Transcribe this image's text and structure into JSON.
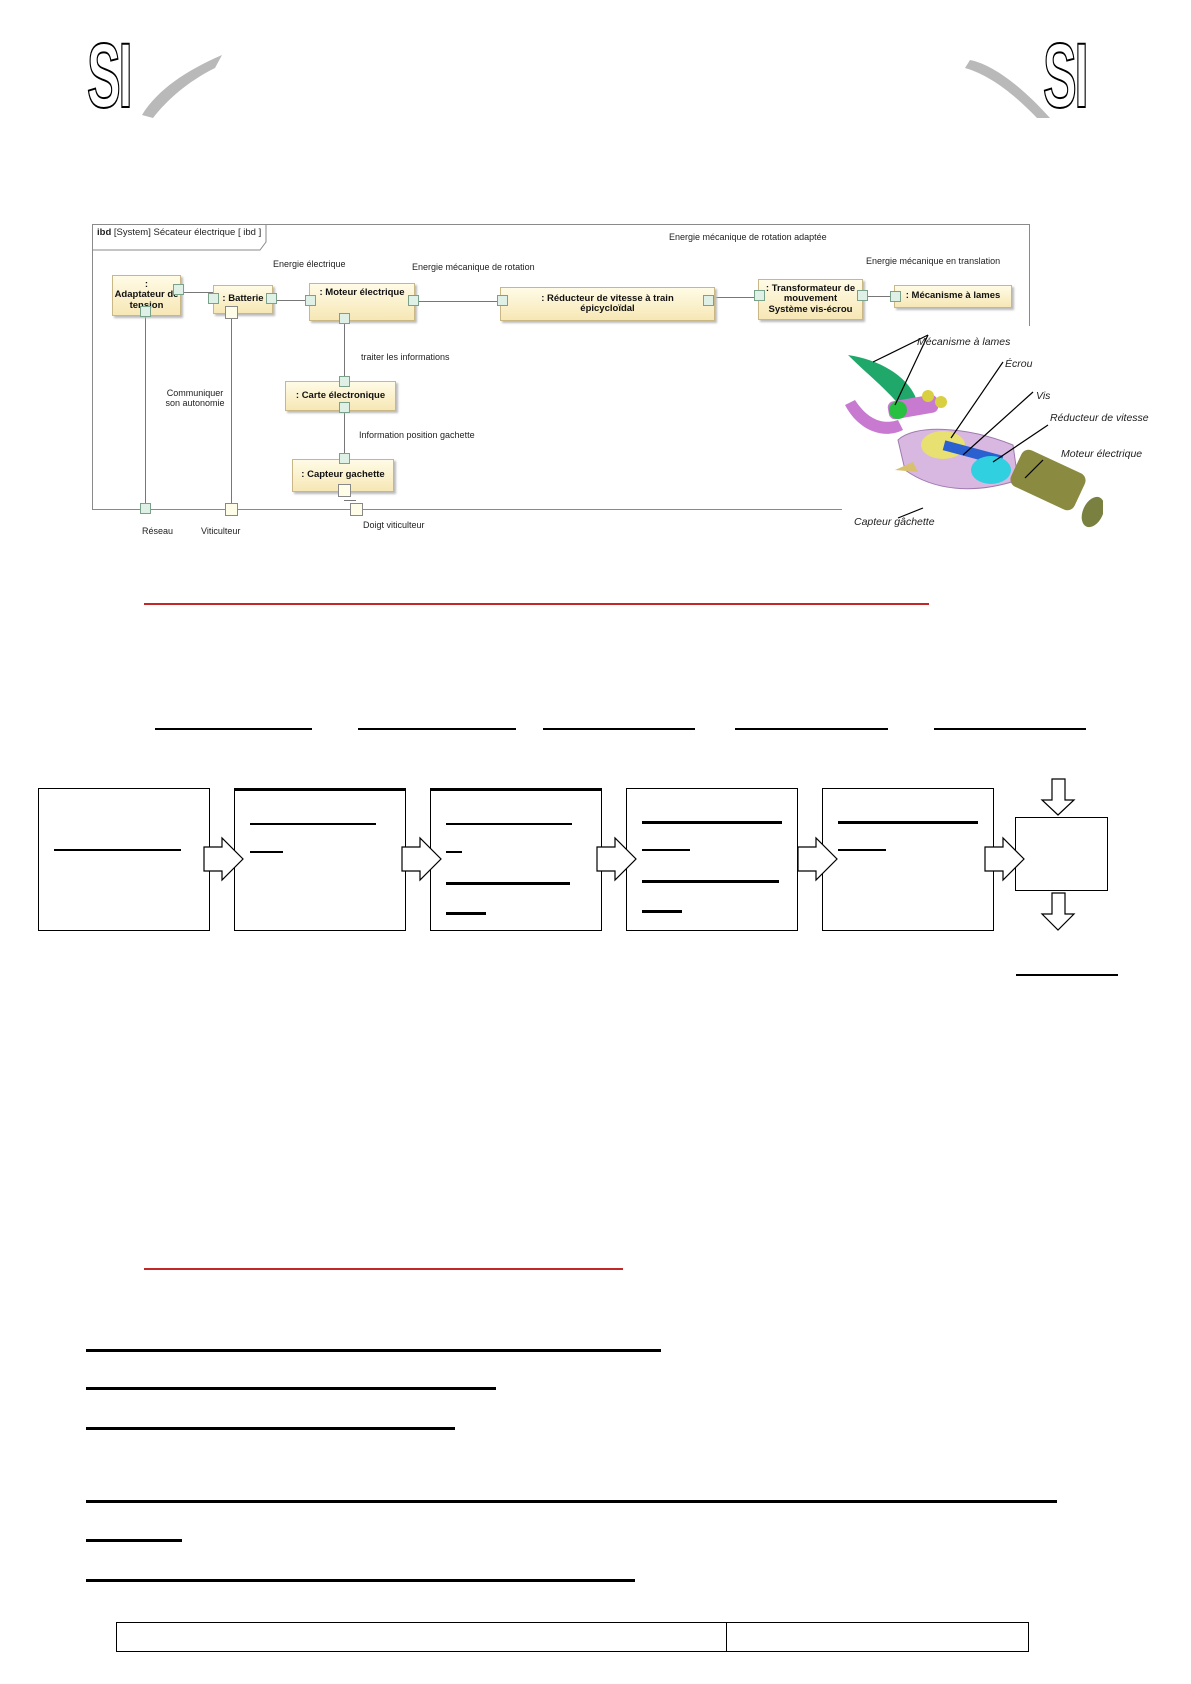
{
  "header": {
    "logo_left": "SI",
    "logo_right": "SI"
  },
  "ibd": {
    "frame_title_bold": "ibd",
    "frame_title": "[System] Sécateur électrique [ ibd ]",
    "blocks": {
      "adaptateur": ":\nAdaptateur de tension",
      "batterie": ": Batterie",
      "moteur": ": Moteur électrique",
      "reducteur": ": Réducteur de vitesse à train épicycloïdal",
      "transformateur": ": Transformateur de mouvement Système vis-écrou",
      "mecanisme": ": Mécanisme à lames",
      "carte": ": Carte électronique",
      "capteur": ": Capteur gachette"
    },
    "flows": {
      "energie_electrique": "Energie électrique",
      "energie_rotation": "Energie mécanique de rotation",
      "energie_rotation_adaptee": "Energie mécanique de rotation adaptée",
      "energie_translation": "Energie mécanique en translation",
      "traiter": "traiter les informations",
      "communiquer": "Communiquer son autonomie",
      "info_gachette": "Information position gachette"
    },
    "externals": {
      "reseau": "Réseau",
      "viticulteur": "Viticulteur",
      "doigt": "Doigt viticulteur"
    }
  },
  "picture_labels": {
    "mecanisme": "Mécanisme à lames",
    "ecrou": "Écrou",
    "vis": "Vis",
    "reducteur": "Réducteur de vitesse",
    "moteur": "Moteur électrique",
    "capteur": "Capteur gâchette"
  },
  "colors": {
    "accent_red": "#c0282a"
  }
}
